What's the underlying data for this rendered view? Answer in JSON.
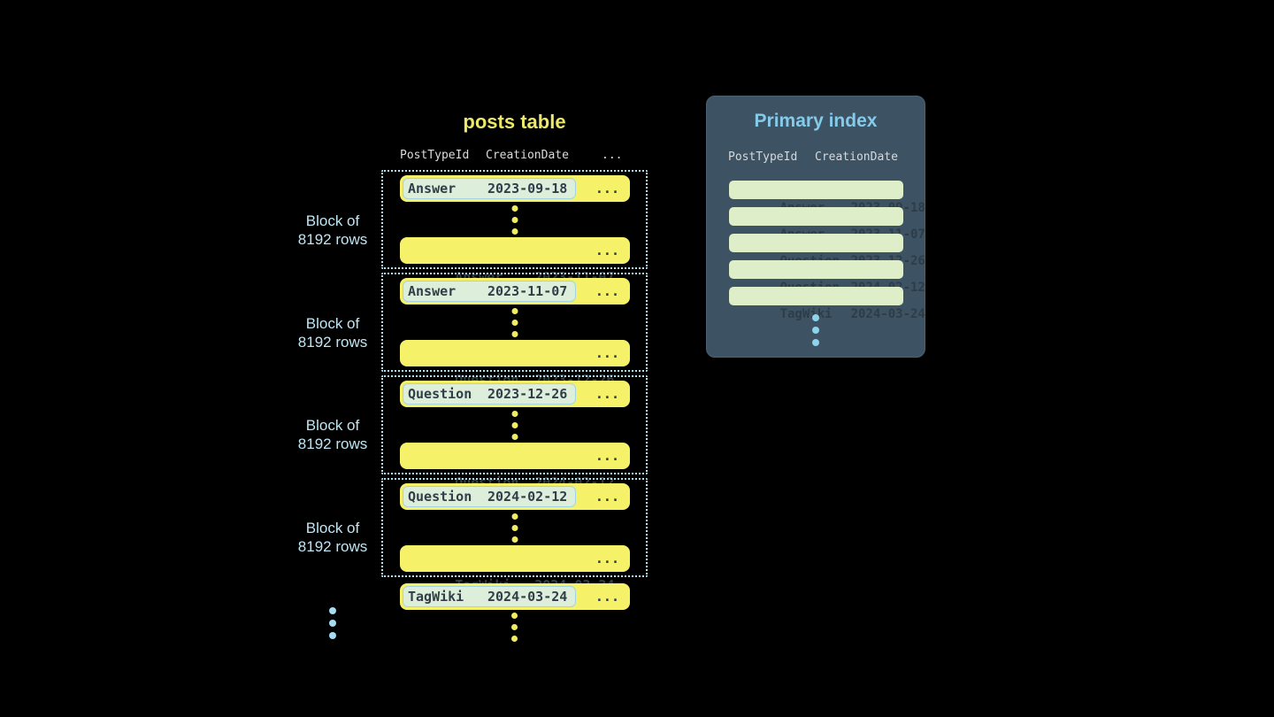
{
  "posts_table": {
    "title": "posts table",
    "columns": {
      "col1": "PostTypeId",
      "col2": "CreationDate",
      "col3": "..."
    },
    "ellipsis": "...",
    "block_label": {
      "line1": "Block of",
      "line2": "8192 rows"
    },
    "blocks": [
      {
        "first": {
          "type": "Answer",
          "date": "2023-09-18"
        },
        "last": {
          "type": "Answer",
          "date": "2023-11-07"
        }
      },
      {
        "first": {
          "type": "Answer",
          "date": "2023-11-07"
        },
        "last": {
          "type": "Question",
          "date": "2023-12-26"
        }
      },
      {
        "first": {
          "type": "Question",
          "date": "2023-12-26"
        },
        "last": {
          "type": "Question",
          "date": "2024-02-12"
        }
      },
      {
        "first": {
          "type": "Question",
          "date": "2024-02-12"
        },
        "last": {
          "type": "TagWiki",
          "date": "2024-03-24"
        }
      }
    ],
    "overflow_row": {
      "type": "TagWiki",
      "date": "2024-03-24"
    }
  },
  "primary_index": {
    "title": "Primary index",
    "columns": {
      "col1": "PostTypeId",
      "col2": "CreationDate"
    },
    "rows": [
      {
        "type": "Answer",
        "date": "2023-09-18"
      },
      {
        "type": "Answer",
        "date": "2023-11-07"
      },
      {
        "type": "Question",
        "date": "2023-12-26"
      },
      {
        "type": "Question",
        "date": "2024-02-12"
      },
      {
        "type": "TagWiki",
        "date": "2024-03-24"
      }
    ]
  },
  "colors": {
    "background": "#000000",
    "row_yellow": "#f5f26a",
    "title_yellow": "#ece869",
    "dark_text": "#313e4a",
    "highlight_green": "#ddeeda",
    "highlight_border_blue": "#a4d4e4",
    "block_border_blue": "#b8e0ed",
    "label_blue": "#bfe5f3",
    "panel_slate": "#3d5363",
    "panel_title_blue": "#85cbe9",
    "index_row_green": "#ddeec9",
    "header_gray": "#d8dcdf"
  }
}
